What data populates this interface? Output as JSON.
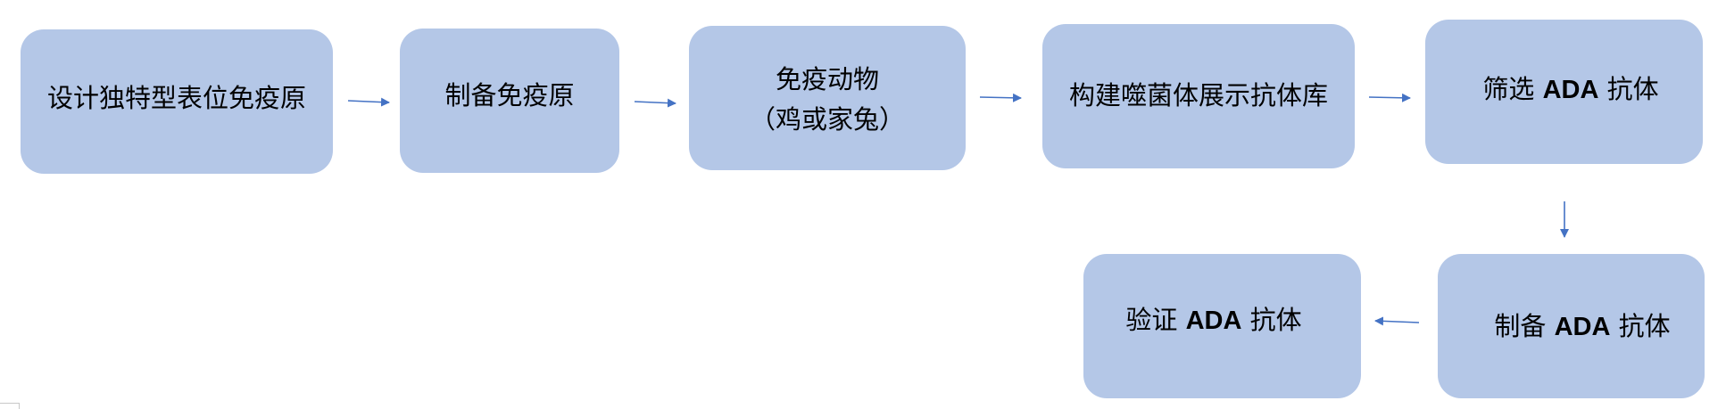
{
  "diagram": {
    "box_color": "#b4c7e7",
    "arrow_color": "#4472c4",
    "steps": [
      {
        "id": "design-epitope-immunogen",
        "lines": [
          "设计独特型表位免疫原"
        ]
      },
      {
        "id": "prepare-immunogen",
        "lines": [
          "制备免疫原"
        ]
      },
      {
        "id": "immunize-animals",
        "lines": [
          "免疫动物",
          "（鸡或家兔）"
        ]
      },
      {
        "id": "build-phage-display-library",
        "lines": [
          "构建噬菌体展示抗体库"
        ]
      },
      {
        "id": "screen-ada-antibody",
        "lines": [
          "筛选 ADA 抗体"
        ]
      },
      {
        "id": "prepare-ada-antibody",
        "lines": [
          "制备 ADA 抗体"
        ]
      },
      {
        "id": "validate-ada-antibody",
        "lines": [
          "验证 ADA 抗体"
        ]
      }
    ]
  }
}
